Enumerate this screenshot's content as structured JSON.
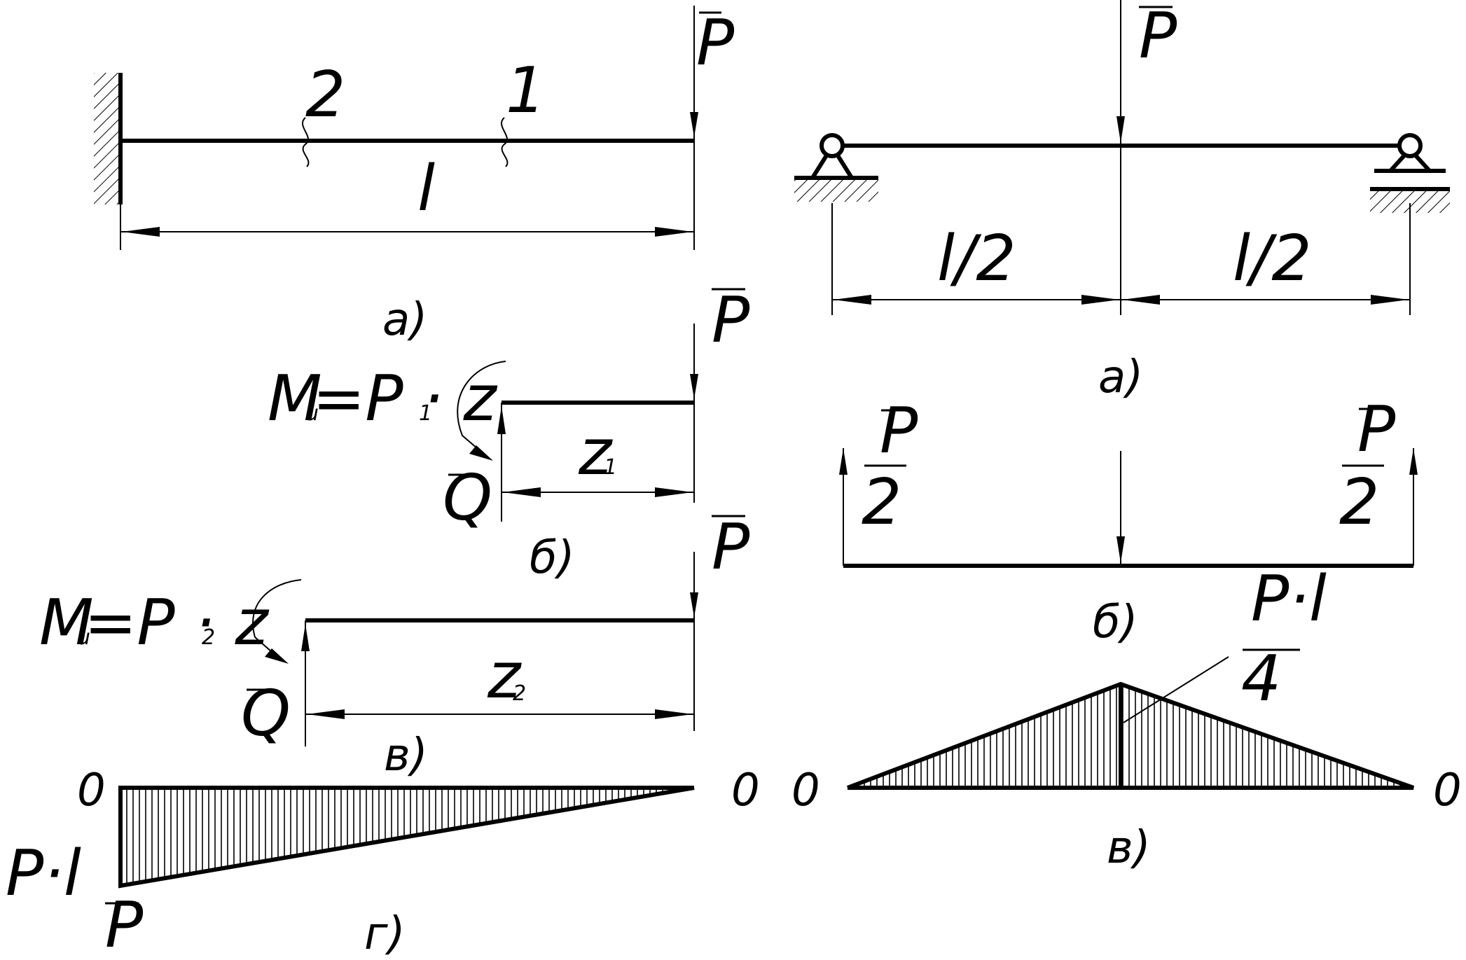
{
  "labels": {
    "force": "P",
    "length": "l",
    "half_length": "l/2",
    "section1": "1",
    "section2": "2",
    "shear": "Q",
    "moment_M": "M",
    "moment_sub": "u",
    "moment_eq1": "=P · z",
    "moment_eq2": "=P · z",
    "z": "z",
    "z1_sub": "1",
    "z2_sub": "2",
    "max_moment_left": "P·l",
    "max_moment_right_num": "P·l",
    "max_moment_right_den": "4",
    "reaction_num": "P",
    "reaction_den": "2",
    "zero": "0"
  },
  "captions": {
    "left_a": "a)",
    "left_b": "б)",
    "left_v": "в)",
    "left_g": "г)",
    "right_a": "a)",
    "right_b": "б)",
    "right_v": "в)"
  }
}
